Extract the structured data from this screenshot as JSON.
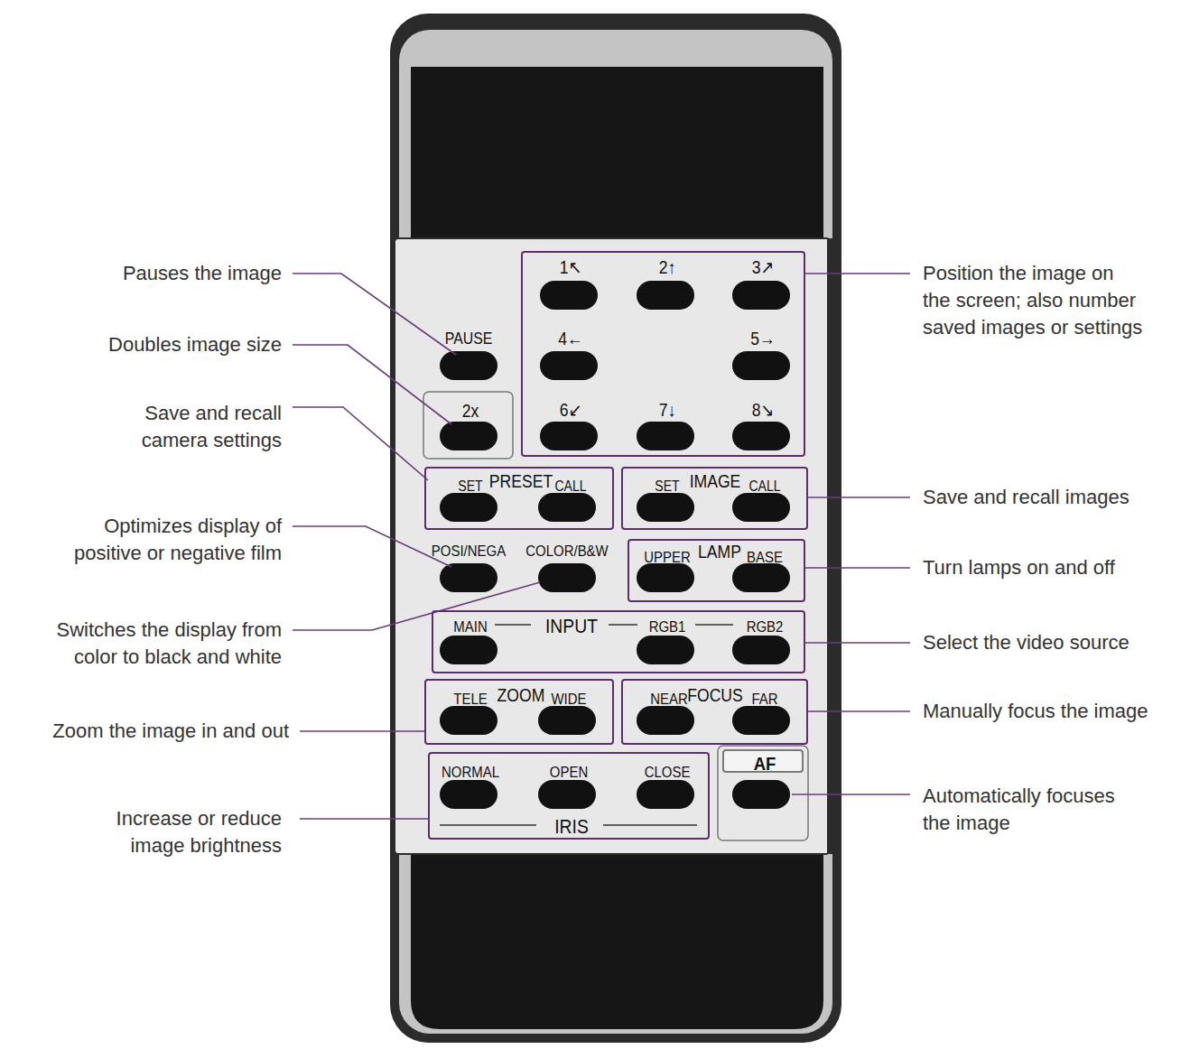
{
  "diagram": {
    "nodes": [
      {
        "text": [
          "1↖",
          "2↑",
          "3↗",
          "4←",
          "5→",
          "6↙",
          "7↓",
          "8↘"
        ]
      },
      {
        "text": [
          "2x"
        ]
      },
      {
        "text": [
          "SET",
          "PRESET",
          "CALL"
        ]
      },
      {
        "text": [
          "SET",
          "IMAGE",
          "CALL"
        ]
      },
      {
        "text": [
          "UPPER",
          "LAMP",
          "BASE"
        ]
      },
      {
        "text": [
          "MAIN",
          "INPUT",
          "RGB1",
          "RGB2"
        ]
      },
      {
        "text": [
          "TELE",
          "ZOOM",
          "WIDE"
        ]
      },
      {
        "text": [
          "NEAR",
          "FOCUS",
          "FAR"
        ]
      },
      {
        "text": [
          "NORMAL",
          "OPEN",
          "CLOSE",
          "IRIS"
        ]
      },
      {
        "text": [
          "AF"
        ]
      }
    ],
    "labels": [
      "PAUSE",
      "POSI/NEGA",
      "COLOR/B&W",
      "Pauses the image",
      "Doubles image size",
      "Save and recall camera settings",
      "Optimizes display of positive or negative film",
      "Switches the display from color to black and white",
      "Zoom the image in and out",
      "Increase or reduce image brightness",
      "Position the image on the screen; also number saved images or settings",
      "Save and recall images",
      "Turn lamps on and off",
      "Select the video source",
      "Manually focus the image",
      "Automatically focuses the image"
    ]
  }
}
